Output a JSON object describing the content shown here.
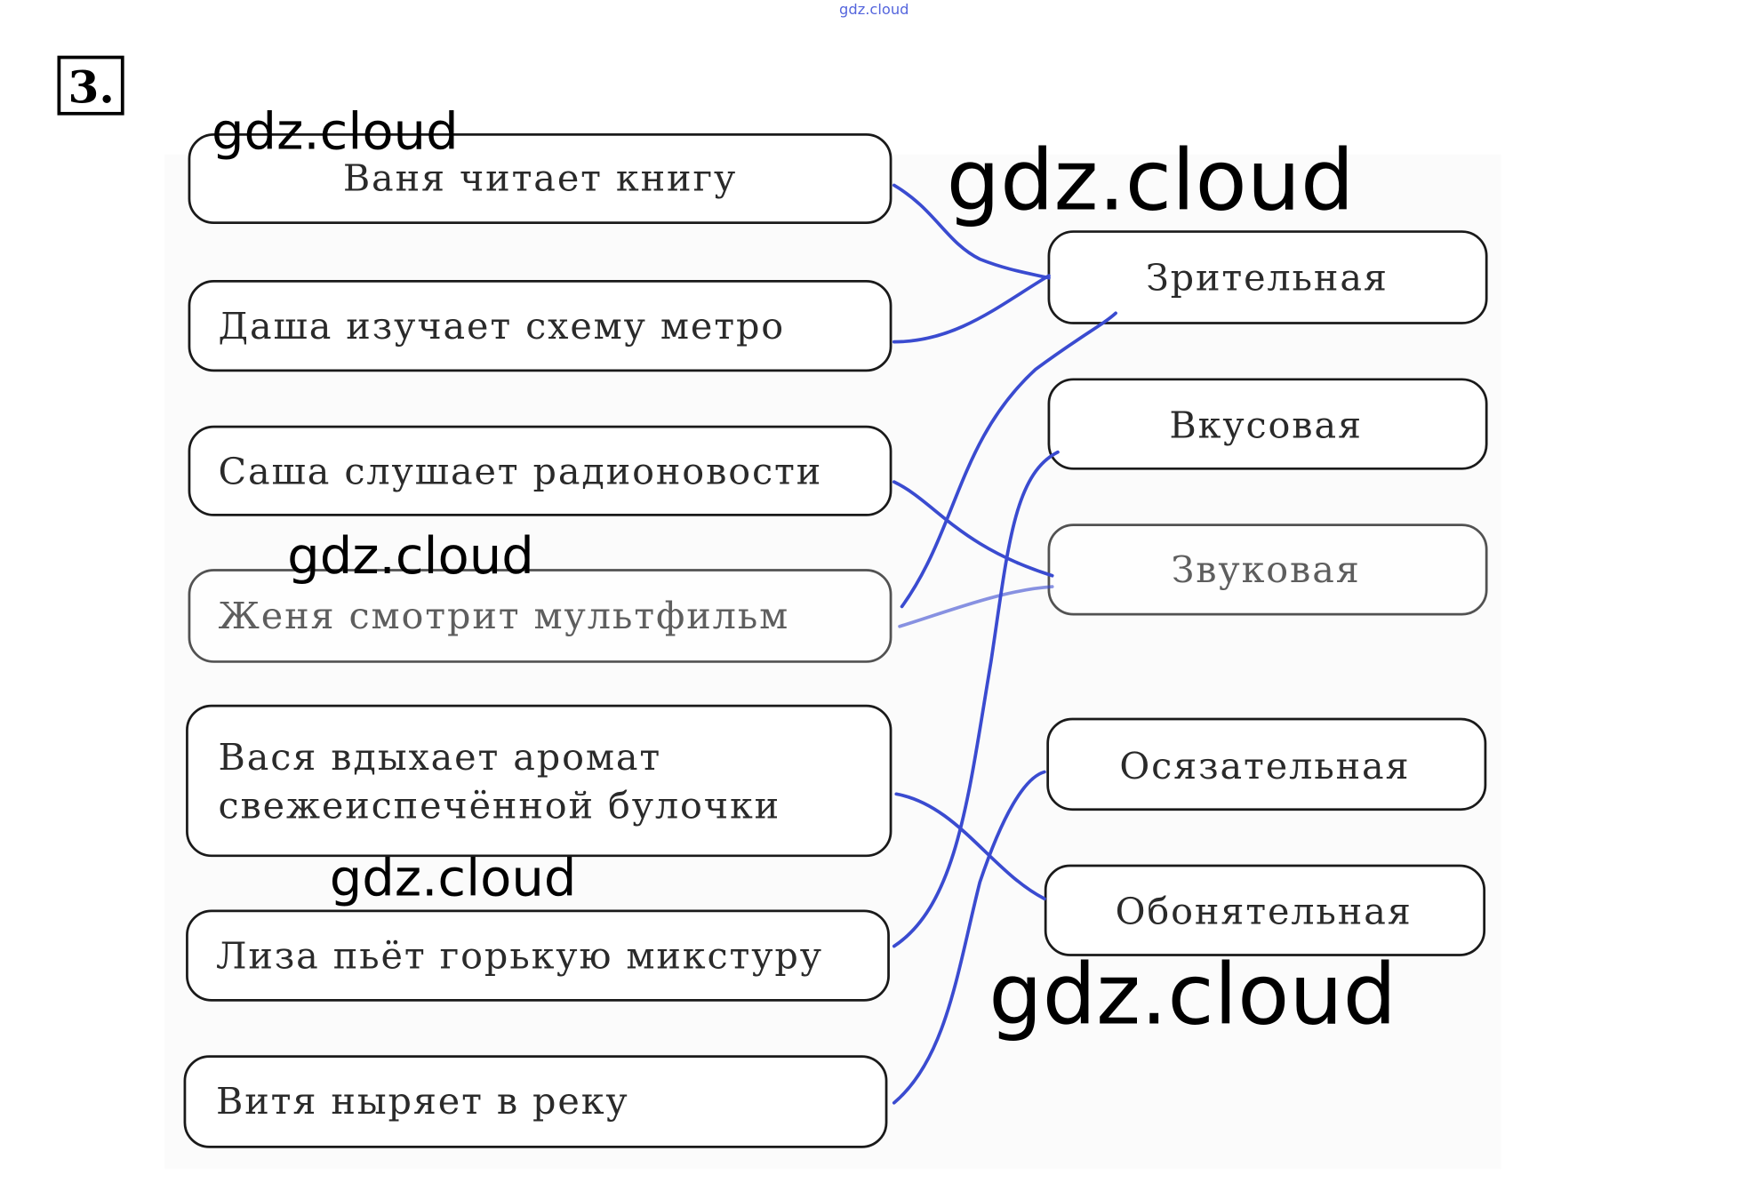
{
  "header_watermark": "gdz.cloud",
  "task_number": "3.",
  "situations": [
    {
      "lines": [
        "Ваня читает книгу"
      ]
    },
    {
      "lines": [
        "Даша изучает схему метро"
      ]
    },
    {
      "lines": [
        "Саша слушает радионовости"
      ]
    },
    {
      "lines": [
        "Женя смотрит мультфильм"
      ]
    },
    {
      "lines": [
        "Вася вдыхает аромат",
        "свежеиспечённой булочки"
      ]
    },
    {
      "lines": [
        "Лиза пьёт горькую микстуру"
      ]
    },
    {
      "lines": [
        "Витя ныряет в реку"
      ]
    }
  ],
  "senses": [
    "Зрительная",
    "Вкусовая",
    "Звуковая",
    "Осязательная",
    "Обонятельная"
  ],
  "connections": [
    {
      "from": "Ваня читает книгу",
      "to": "Зрительная"
    },
    {
      "from": "Даша изучает схему метро",
      "to": "Зрительная"
    },
    {
      "from": "Саша слушает радионовости",
      "to": "Звуковая"
    },
    {
      "from": "Женя смотрит мультфильм",
      "to": "Зрительная"
    },
    {
      "from": "Женя смотрит мультфильм",
      "to": "Звуковая"
    },
    {
      "from": "Вася вдыхает аромат свежеиспечённой булочки",
      "to": "Обонятельная"
    },
    {
      "from": "Лиза пьёт горькую микстуру",
      "to": "Вкусовая"
    },
    {
      "from": "Витя ныряет в реку",
      "to": "Осязательная"
    }
  ],
  "watermarks": [
    "gdz.cloud",
    "gdz.cloud",
    "gdz.cloud",
    "gdz.cloud",
    "gdz.cloud"
  ],
  "colors": {
    "line": "#3a4bd0"
  }
}
